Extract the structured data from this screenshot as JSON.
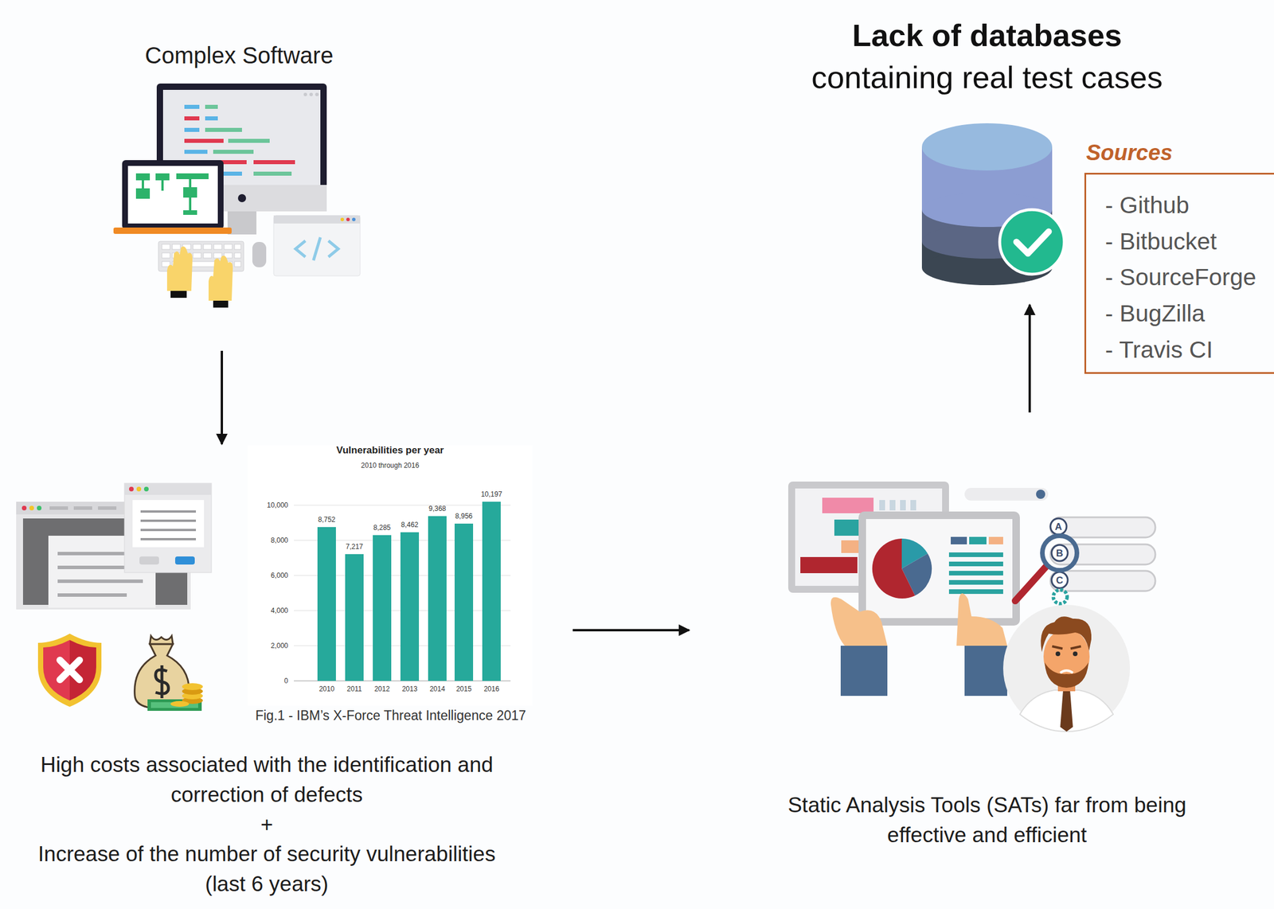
{
  "diagram": {
    "nodes": [
      {
        "text": [
          "Complex Software"
        ]
      },
      {
        "text": [
          "Lack of databases",
          "containing real test cases"
        ]
      },
      {
        "text": [
          "Sources",
          "- Github",
          "- Bitbucket",
          "- SourceForge",
          "- BugZilla",
          "- Travis CI"
        ]
      },
      {
        "text": [
          "High costs associated with the identification and correction of defects",
          "+",
          "Increase of the number of security vulnerabilities (last 6 years)"
        ]
      },
      {
        "text": [
          "Static Analysis Tools (SATs) far from being effective and efficient"
        ]
      }
    ],
    "edges": [
      {
        "from": 0,
        "to": 3,
        "arrow": "to"
      },
      {
        "from": 3,
        "to": 4,
        "arrow": "to"
      },
      {
        "from": 4,
        "to": 1,
        "arrow": "to"
      }
    ],
    "labels": [
      "Vulnerabilities per year",
      "2010 through 2016",
      "10,000",
      "8,000",
      "6,000",
      "4,000",
      "2,000",
      "0",
      "8,752",
      "7,217",
      "8,285",
      "8,462",
      "9,368",
      "8,956",
      "10,197",
      "2010",
      "2011",
      "2012",
      "2013",
      "2014",
      "2015",
      "2016",
      "Fig.1 - IBM’s X-Force Threat Intelligence 2017",
      "A",
      "B",
      "C"
    ]
  }
}
